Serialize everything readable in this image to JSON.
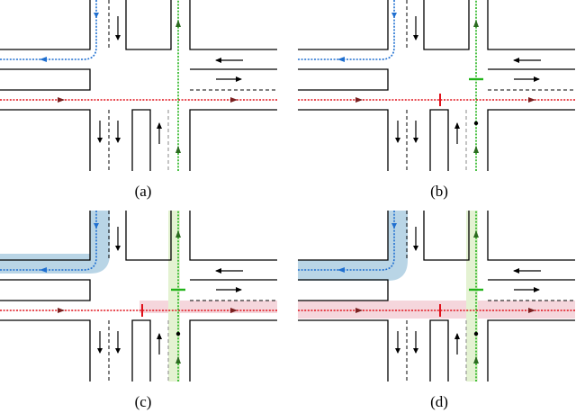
{
  "captions": {
    "a": "(a)",
    "b": "(b)",
    "c": "(c)",
    "d": "(d)"
  },
  "colors": {
    "blue_path": "#1f6fd0",
    "green_path": "#22b31a",
    "red_path": "#e0101a",
    "blue_highlight": "#b9d5e6",
    "red_highlight": "#f5d6dc",
    "green_highlight": "#e4f2d2"
  },
  "panels": [
    {
      "id": "a",
      "stop_green": false,
      "stop_red": false,
      "highlight": "none"
    },
    {
      "id": "b",
      "stop_green": true,
      "stop_red": true,
      "highlight": "none"
    },
    {
      "id": "c",
      "stop_green": true,
      "stop_red": true,
      "highlight": "partial"
    },
    {
      "id": "d",
      "stop_green": true,
      "stop_red": true,
      "highlight": "full"
    }
  ]
}
